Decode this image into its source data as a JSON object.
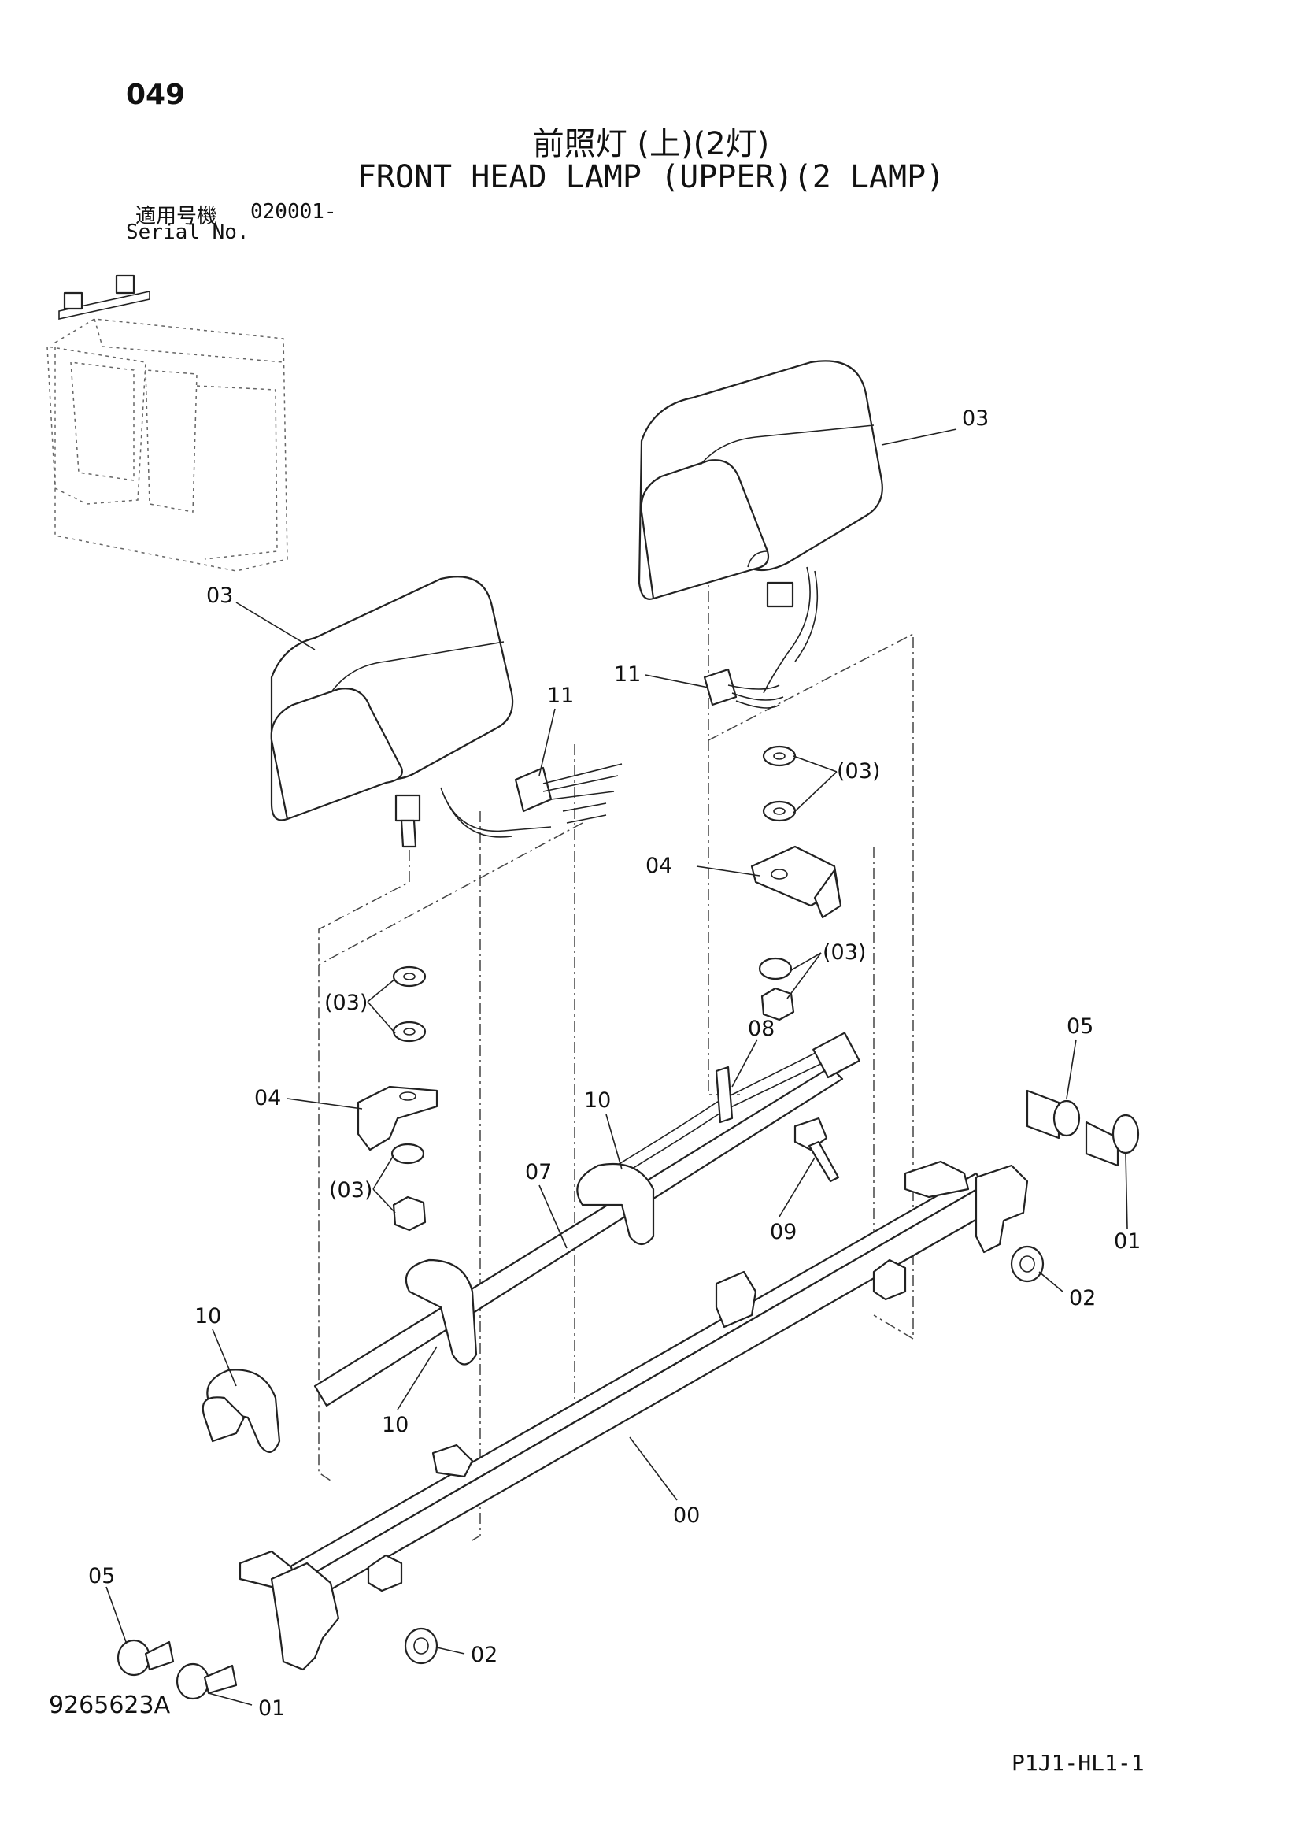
{
  "header": {
    "page_number": "049",
    "title_jp": "前照灯 (上)(2灯)",
    "title_en": "FRONT HEAD LAMP (UPPER)(2 LAMP)",
    "serial_label_jp": "適用号機",
    "serial_value": "020001-",
    "serial_label_en": "Serial No."
  },
  "footer": {
    "drawing_number": "9265623A",
    "page_code": "P1J1-HL1-1"
  },
  "callouts": {
    "lamp_right": "03",
    "lamp_left": "03",
    "clip_right": "11",
    "clip_left": "11",
    "washers_right": "(03)",
    "bracket_right": "04",
    "nut_washer_right": "(03)",
    "washers_left": "(03)",
    "bracket_left": "04",
    "nut_washer_left": "(03)",
    "bolt_right_05": "05",
    "connector_08": "08",
    "band_10_mid": "10",
    "harness_07": "07",
    "bolt_09": "09",
    "bolt_right_01": "01",
    "washer_right_02": "02",
    "band_10_left": "10",
    "band_10_lower": "10",
    "bar_00": "00",
    "bolt_left_05": "05",
    "washer_left_02": "02",
    "bolt_left_01": "01"
  }
}
